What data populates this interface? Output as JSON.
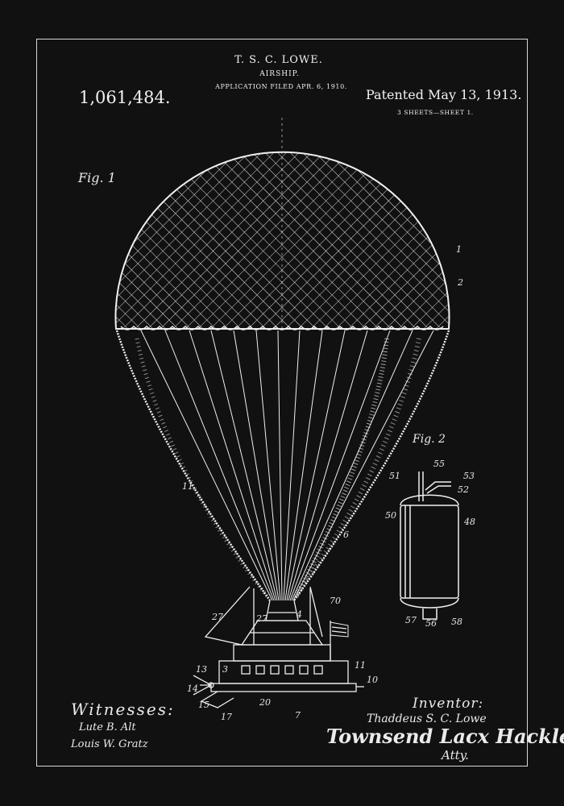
{
  "header": {
    "inventor_name": "T. S. C. LOWE.",
    "invention": "AIRSHIP.",
    "application_filed": "APPLICATION FILED APR. 6, 1910.",
    "patent_number": "1,061,484.",
    "patented_date": "Patented May 13, 1913.",
    "sheets": "3 SHEETS—SHEET 1."
  },
  "figures": {
    "fig1_label": "Fig. 1",
    "fig2_label": "Fig. 2"
  },
  "reference_numerals": {
    "fig1": [
      "1",
      "2",
      "11",
      "6",
      "70",
      "27",
      "27",
      "4",
      "13",
      "3",
      "14",
      "11",
      "10",
      "15",
      "17",
      "20",
      "7"
    ],
    "fig2": [
      "55",
      "53",
      "51",
      "52",
      "50",
      "48",
      "57",
      "56",
      "58"
    ]
  },
  "signatures": {
    "witnesses_label": "Witnesses:",
    "witness_1": "Lute B. Alt",
    "witness_2": "Louis W. Gratz",
    "inventor_label": "Inventor:",
    "inventor_signed_name": "Thaddeus S. C. Lowe",
    "attorney_1": "Townsend Lacx Hackley",
    "attorney_2": "Atty."
  },
  "colors": {
    "background": "#111111",
    "ink": "#f2f2f2",
    "frame": "#d8d8d8"
  }
}
